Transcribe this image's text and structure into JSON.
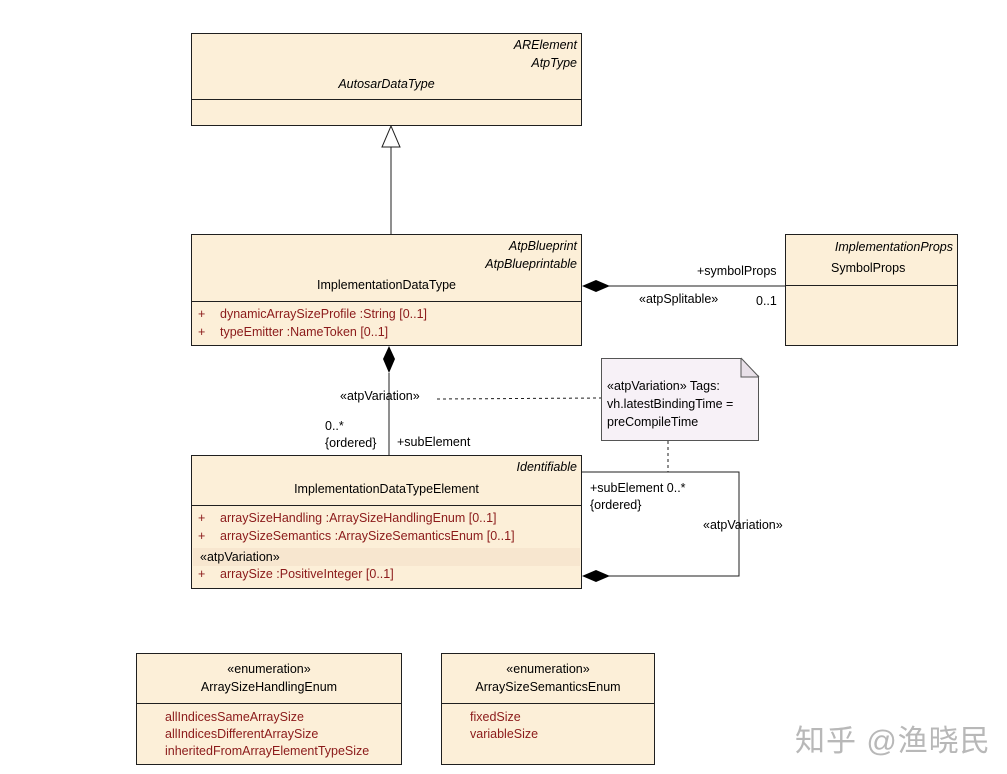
{
  "classes": {
    "autosar_data_type": {
      "stereo1": "ARElement",
      "stereo2": "AtpType",
      "name": "AutosarDataType"
    },
    "implementation_data_type": {
      "stereo1": "AtpBlueprint",
      "stereo2": "AtpBlueprintable",
      "name": "ImplementationDataType",
      "attributes": [
        {
          "vis": "+",
          "text": "dynamicArraySizeProfile  :String [0..1]"
        },
        {
          "vis": "+",
          "text": "typeEmitter  :NameToken [0..1]"
        }
      ]
    },
    "symbol_props": {
      "stereo1": "ImplementationProps",
      "name": "SymbolProps"
    },
    "implementation_data_type_element": {
      "stereo1": "Identifiable",
      "name": "ImplementationDataTypeElement",
      "attributes": [
        {
          "vis": "+",
          "text": "arraySizeHandling  :ArraySizeHandlingEnum [0..1]"
        },
        {
          "vis": "+",
          "text": "arraySizeSemantics  :ArraySizeSemanticsEnum [0..1]"
        }
      ],
      "variation_label": "«atpVariation»",
      "variation_attribute": {
        "vis": "+",
        "text": "arraySize  :PositiveInteger [0..1]"
      }
    },
    "array_size_handling_enum": {
      "stereo": "«enumeration»",
      "name": "ArraySizeHandlingEnum",
      "literals": [
        "allIndicesSameArraySize",
        "allIndicesDifferentArraySize",
        "inheritedFromArrayElementTypeSize"
      ]
    },
    "array_size_semantics_enum": {
      "stereo": "«enumeration»",
      "name": "ArraySizeSemanticsEnum",
      "literals": [
        "fixedSize",
        "variableSize"
      ]
    }
  },
  "note": {
    "lines": [
      "«atpVariation» Tags:",
      "vh.latestBindingTime =",
      "preCompileTime"
    ]
  },
  "labels": {
    "symbol_props_role": "+symbolProps",
    "atp_splitable": "«atpSplitable»",
    "symbol_props_mult": "0..1",
    "atp_variation_1": "«atpVariation»",
    "sub_mult": "0..*",
    "sub_ordered": "{ordered}",
    "sub_role": "+subElement",
    "self_role": "+subElement 0..*",
    "self_ordered": "{ordered}",
    "atp_variation_2": "«atpVariation»"
  },
  "watermark": "知乎 @渔晓民"
}
